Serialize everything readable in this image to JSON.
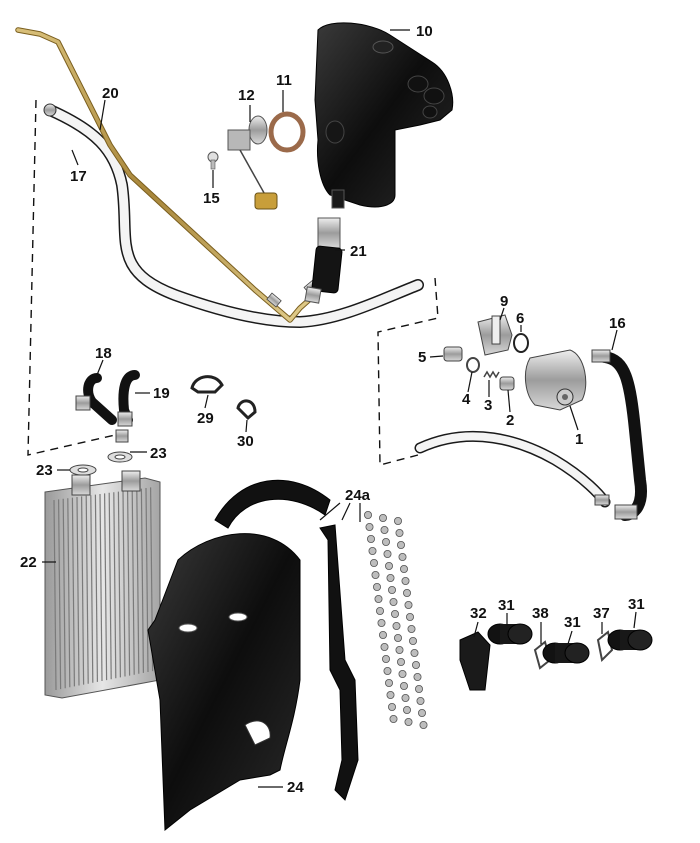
{
  "diagram": {
    "part_labels": [
      {
        "id": "p10",
        "text": "10"
      },
      {
        "id": "p11",
        "text": "11"
      },
      {
        "id": "p12",
        "text": "12"
      },
      {
        "id": "p15",
        "text": "15"
      },
      {
        "id": "p20",
        "text": "20"
      },
      {
        "id": "p17",
        "text": "17"
      },
      {
        "id": "p21",
        "text": "21"
      },
      {
        "id": "p9",
        "text": "9"
      },
      {
        "id": "p6",
        "text": "6"
      },
      {
        "id": "p16",
        "text": "16"
      },
      {
        "id": "p5",
        "text": "5"
      },
      {
        "id": "p4",
        "text": "4"
      },
      {
        "id": "p3",
        "text": "3"
      },
      {
        "id": "p2",
        "text": "2"
      },
      {
        "id": "p1",
        "text": "1"
      },
      {
        "id": "p18",
        "text": "18"
      },
      {
        "id": "p19",
        "text": "19"
      },
      {
        "id": "p29",
        "text": "29"
      },
      {
        "id": "p30",
        "text": "30"
      },
      {
        "id": "p23a",
        "text": "23"
      },
      {
        "id": "p23b",
        "text": "23"
      },
      {
        "id": "p22",
        "text": "22"
      },
      {
        "id": "p24a",
        "text": "24a"
      },
      {
        "id": "p24",
        "text": "24"
      },
      {
        "id": "p32",
        "text": "32"
      },
      {
        "id": "p31a",
        "text": "31"
      },
      {
        "id": "p38",
        "text": "38"
      },
      {
        "id": "p31b",
        "text": "31"
      },
      {
        "id": "p37",
        "text": "37"
      },
      {
        "id": "p31c",
        "text": "31"
      }
    ]
  }
}
